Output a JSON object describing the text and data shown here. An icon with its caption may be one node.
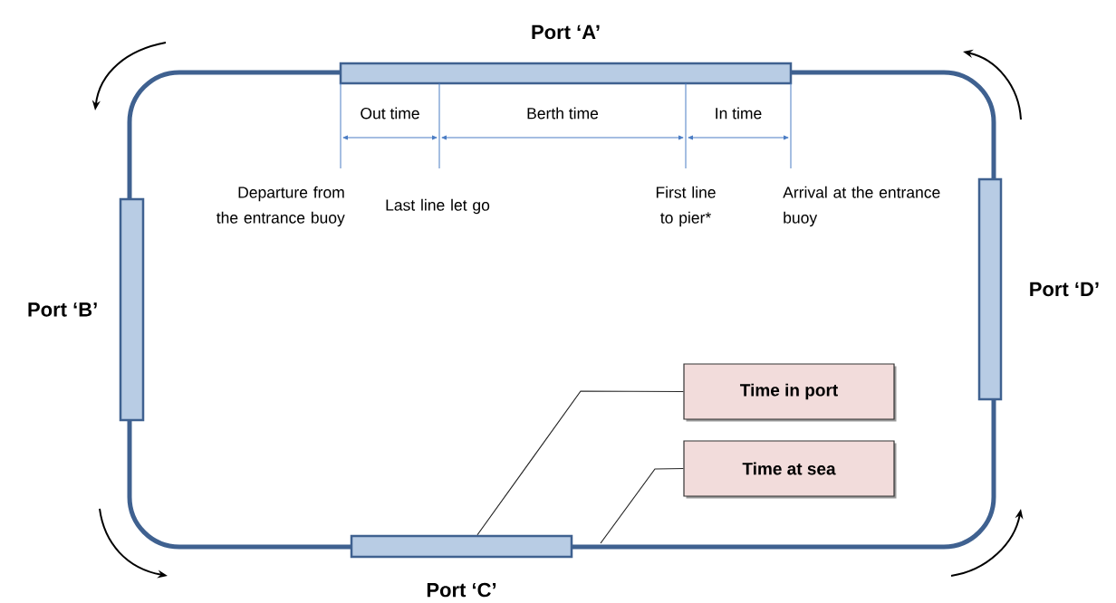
{
  "diagram": {
    "nodes": [
      {
        "text": [
          "Port ‘A’"
        ]
      },
      {
        "text": [
          "Port ‘B’"
        ]
      },
      {
        "text": [
          "Port ‘C’"
        ]
      },
      {
        "text": [
          "Port ‘D’"
        ]
      },
      {
        "text": [
          "Time in port"
        ]
      },
      {
        "text": [
          "Time at sea"
        ]
      }
    ],
    "edges": [
      {
        "from": 4,
        "to": 2,
        "arrow": "none"
      },
      {
        "from": 5,
        "to": null,
        "arrow": "none"
      }
    ],
    "labels": [
      "Out time",
      "Berth time",
      "In time",
      "Departure from the entrance buoy",
      "Last line let go",
      "First line to pier*",
      "Arrival at the entrance buoy"
    ]
  }
}
